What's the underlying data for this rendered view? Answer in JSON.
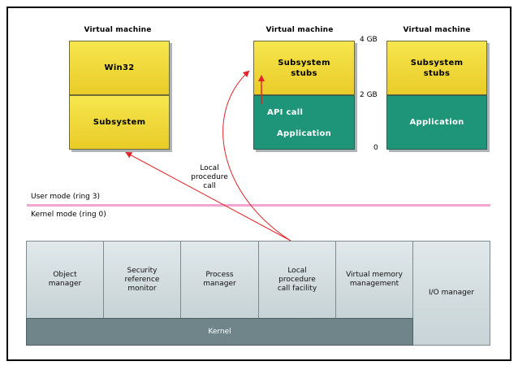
{
  "vm1": {
    "title": "Virtual machine",
    "top": "Win32",
    "bottom": "Subsystem"
  },
  "vm2": {
    "title": "Virtual machine",
    "top": "Subsystem\nstubs",
    "api": "API call",
    "app": "Application"
  },
  "vm3": {
    "title": "Virtual machine",
    "top": "Subsystem\nstubs",
    "app": "Application"
  },
  "address": {
    "top": "4 GB",
    "mid": "2 GB",
    "bottom": "0"
  },
  "lpc_label": "Local\nprocedure\ncall",
  "modes": {
    "user": "User mode (ring 3)",
    "kernel": "Kernel mode (ring 0)"
  },
  "executive": [
    "Object\nmanager",
    "Security\nreference\nmonitor",
    "Process\nmanager",
    "Local\nprocedure\ncall facility",
    "Virtual memory\nmanagement"
  ],
  "io_manager": "I/O manager",
  "kernel": "Kernel",
  "colors": {
    "arrow": "#e0262a",
    "ring_line": "#f2a6cf",
    "yellow": "#f0d83a",
    "green": "#1e9478",
    "kernel": "#6f858a"
  }
}
